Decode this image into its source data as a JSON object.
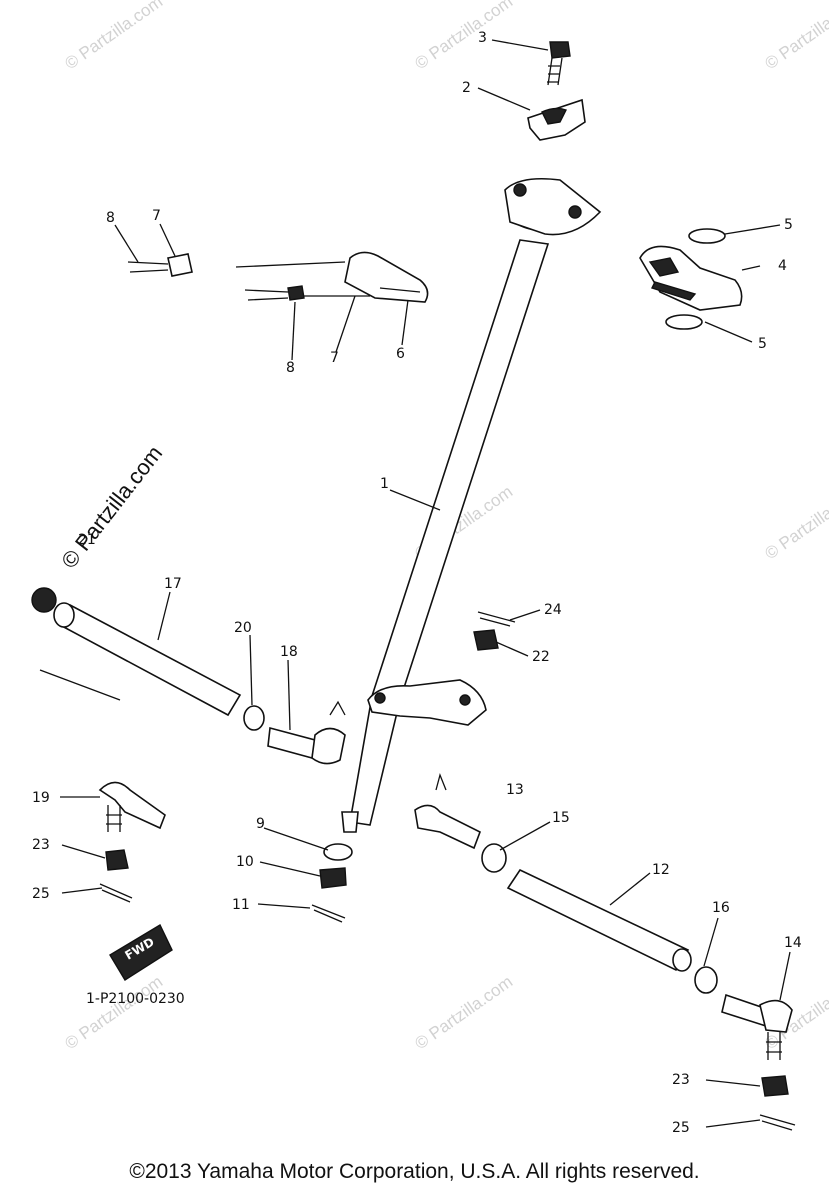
{
  "diagram": {
    "part_labels": [
      {
        "id": "l3",
        "text": "3"
      },
      {
        "id": "l2",
        "text": "2"
      },
      {
        "id": "l5a",
        "text": "5"
      },
      {
        "id": "l4",
        "text": "4"
      },
      {
        "id": "l5b",
        "text": "5"
      },
      {
        "id": "l8a",
        "text": "8"
      },
      {
        "id": "l7a",
        "text": "7"
      },
      {
        "id": "l8b",
        "text": "8"
      },
      {
        "id": "l7b",
        "text": "7"
      },
      {
        "id": "l6",
        "text": "6"
      },
      {
        "id": "l1",
        "text": "1"
      },
      {
        "id": "l17",
        "text": "17"
      },
      {
        "id": "l21",
        "text": "21"
      },
      {
        "id": "l20",
        "text": "20"
      },
      {
        "id": "l18",
        "text": "18"
      },
      {
        "id": "l24",
        "text": "24"
      },
      {
        "id": "l22",
        "text": "22"
      },
      {
        "id": "l19",
        "text": "19"
      },
      {
        "id": "l23a",
        "text": "23"
      },
      {
        "id": "l25a",
        "text": "25"
      },
      {
        "id": "l9",
        "text": "9"
      },
      {
        "id": "l10",
        "text": "10"
      },
      {
        "id": "l11",
        "text": "11"
      },
      {
        "id": "l13",
        "text": "13"
      },
      {
        "id": "l15",
        "text": "15"
      },
      {
        "id": "l12",
        "text": "12"
      },
      {
        "id": "l16",
        "text": "16"
      },
      {
        "id": "l14",
        "text": "14"
      },
      {
        "id": "l23b",
        "text": "23"
      },
      {
        "id": "l25b",
        "text": "25"
      }
    ],
    "fwd_tag": "FWD",
    "diagram_code": "1-P2100-0230",
    "watermark_text": "© Partzilla.com"
  },
  "footer": {
    "copyright": "©2013 Yamaha Motor Corporation, U.S.A. All rights reserved."
  }
}
